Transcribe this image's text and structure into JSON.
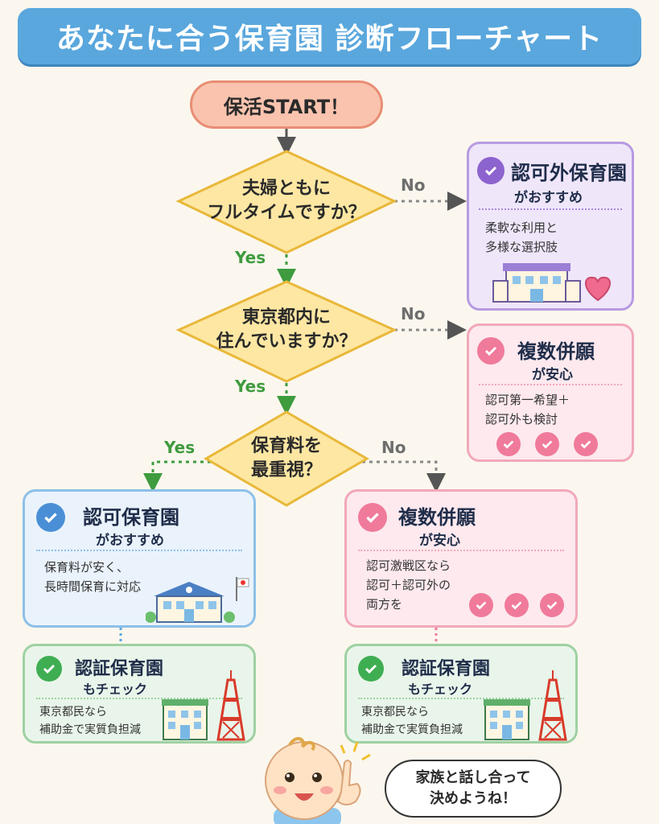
{
  "title": "あなたに合う保育園 診断フローチャート",
  "start": "保活START！",
  "questions": [
    {
      "line1": "夫婦ともに",
      "line2": "フルタイムですか？"
    },
    {
      "line1": "東京都内に",
      "line2": "住んでいますか？"
    },
    {
      "line1": "保育料を",
      "line2": "最重視？"
    }
  ],
  "labels": {
    "yes": "Yes",
    "no": "No"
  },
  "cards": {
    "ninkagai": {
      "title": "認可外保育園",
      "subtitle": "がおすすめ",
      "desc1": "柔軟な利用と",
      "desc2": "多様な選択肢"
    },
    "fukusu_right": {
      "title": "複数併願",
      "subtitle": "が安心",
      "desc1": "認可第一希望＋",
      "desc2": "認可外も検討"
    },
    "ninka": {
      "title": "認可保育園",
      "subtitle": "がおすすめ",
      "desc1": "保育料が安く、",
      "desc2": "長時間保育に対応"
    },
    "fukusu_center": {
      "title": "複数併願",
      "subtitle": "が安心",
      "desc1": "認可激戦区なら",
      "desc2": "認可＋認可外の",
      "desc3": "両方を"
    },
    "ninsho_left": {
      "title": "認証保育園",
      "subtitle": "もチェック",
      "desc1": "東京都民なら",
      "desc2": "補助金で実質負担減"
    },
    "ninsho_right": {
      "title": "認証保育園",
      "subtitle": "もチェック",
      "desc1": "東京都民なら",
      "desc2": "補助金で実質負担減"
    }
  },
  "bubble": {
    "line1": "家族と話し合って",
    "line2": "決めようね！"
  },
  "colors": {
    "title": "#5aa7dd",
    "purple": "#efe6fa",
    "pink": "#fde9ee",
    "blue": "#eaf3fc",
    "green": "#e9f5ea"
  }
}
